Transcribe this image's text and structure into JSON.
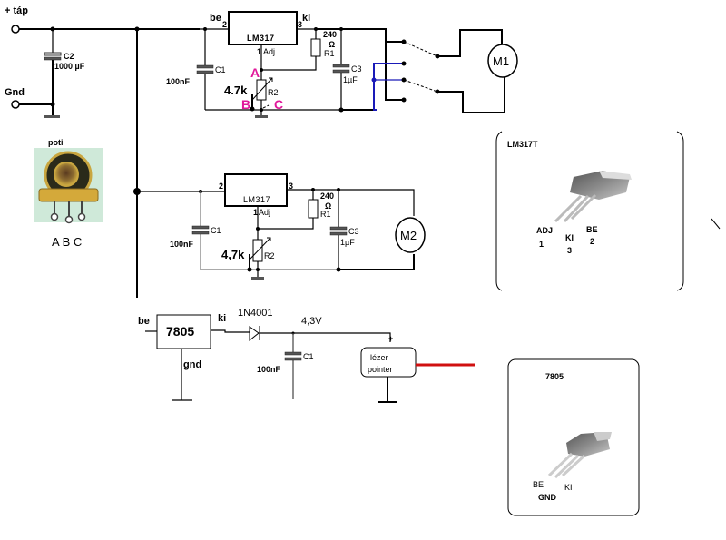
{
  "supply": {
    "plus_label": "+ táp",
    "gnd_label": "Gnd",
    "c2_name": "C2",
    "c2_value": "1000 µF"
  },
  "poti": {
    "title": "poti",
    "pins_label": "A B C"
  },
  "regulator1": {
    "chip": "LM317",
    "in_label": "be",
    "in_pin": "2",
    "out_label": "ki",
    "out_pin": "3",
    "adj_pin": "1",
    "adj_label": "Adj",
    "c1_name": "C1",
    "c1_value": "100nF",
    "r1_value": "240",
    "r1_unit": "Ω",
    "r1_name": "R1",
    "c3_name": "C3",
    "c3_value": "1µF",
    "r2_value": "4.7k",
    "r2_name": "R2",
    "pin_a": "A",
    "pin_b": "B",
    "pin_c": "C",
    "motor": "M1"
  },
  "regulator2": {
    "chip": "LM317",
    "in_pin": "2",
    "out_pin": "3",
    "adj_pin": "1",
    "adj_label": "Adj",
    "c1_name": "C1",
    "c1_value": "100nF",
    "r1_value": "240",
    "r1_unit": "Ω",
    "r1_name": "R1",
    "c3_name": "C3",
    "c3_value": "1µF",
    "r2_value": "4,7k",
    "r2_name": "R2",
    "motor": "M2"
  },
  "laser_circuit": {
    "chip": "7805",
    "in_label": "be",
    "out_label": "ki",
    "gnd_label": "gnd",
    "diode": "1N4001",
    "voltage": "4,3V",
    "c1_name": "C1",
    "c1_value": "100nF",
    "plus": "+",
    "load_line1": "lézer",
    "load_line2": "pointer"
  },
  "pinout_lm317": {
    "title": "LM317T",
    "adj": "ADJ",
    "adj_num": "1",
    "ki": "KI",
    "ki_num": "3",
    "be": "BE",
    "be_num": "2"
  },
  "pinout_7805": {
    "title": "7805",
    "be": "BE",
    "gnd": "GND",
    "ki": "KI"
  },
  "colors": {
    "pin_labels": "#e0179a",
    "switch_wire": "#1a1ab8",
    "laser_beam": "#d01010"
  }
}
